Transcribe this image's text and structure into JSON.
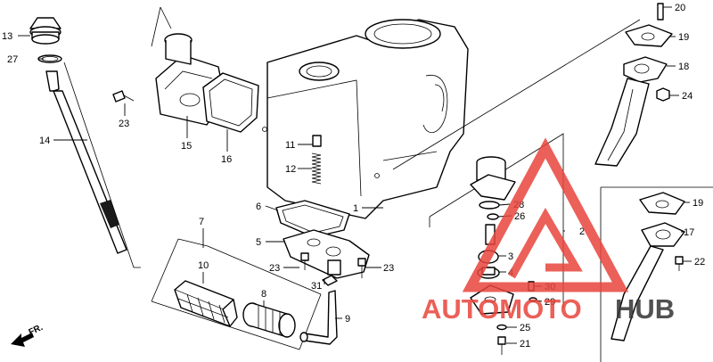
{
  "diagram": {
    "part_numbers": [
      "1",
      "2",
      "3",
      "4",
      "5",
      "6",
      "7",
      "8",
      "9",
      "10",
      "11",
      "12",
      "13",
      "14",
      "15",
      "16",
      "17",
      "18",
      "19",
      "19",
      "20",
      "21",
      "22",
      "23",
      "23",
      "23",
      "24",
      "25",
      "26",
      "27",
      "28",
      "29",
      "30",
      "31"
    ],
    "direction_label": "FR.",
    "watermark": {
      "brand_part1": "AUTOMOTO",
      "brand_part2": "HUB",
      "color_primary": "#e8453c",
      "color_secondary": "#333333"
    }
  }
}
